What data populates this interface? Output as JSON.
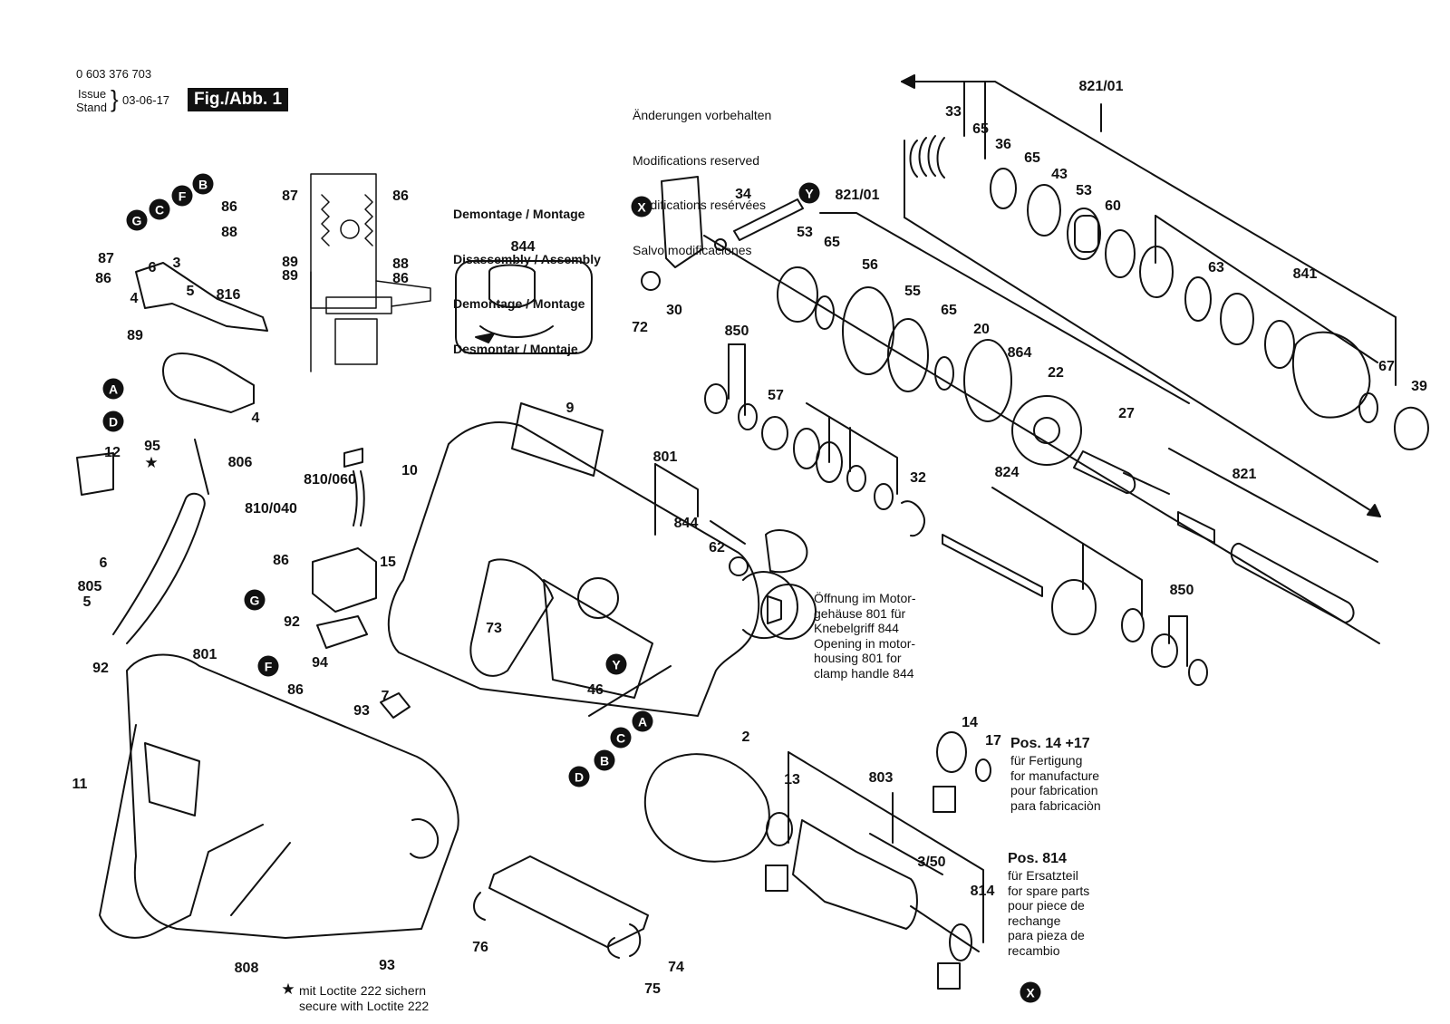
{
  "header": {
    "part_number": "0 603 376 703",
    "issue_label": "Issue",
    "stand_label": "Stand",
    "issue_date": "03-06-17",
    "figure_label": "Fig./Abb. 1"
  },
  "notes": {
    "changes": [
      "Änderungen vorbehalten",
      "Modifications reserved",
      "Modifications resérvées",
      "Salvo modificaciones"
    ],
    "disassembly_title": [
      "Demontage / Montage",
      "Disassembly / Assembly",
      "Demontage / Montage",
      "Desmontar / Montaje"
    ],
    "opening_note": "Öffnung im Motor-\ngehäuse 801 für\nKnebelgriff 844\nOpening in motor-\nhousing 801 for\nclamp handle 844",
    "pos14_17_title": "Pos. 14 +17",
    "pos14_17_text": "für Fertigung\nfor manufacture\npour fabrication\npara fabricaciòn",
    "pos814_title": "Pos. 814",
    "pos814_text": "für Ersatzteil\nfor spare parts\npour piece de\nrechange\npara pieza de\nrecambio",
    "loctite": "mit Loctite 222 sichern\nsecure with Loctite 222",
    "star_symbol": "★"
  },
  "callouts": [
    "821/01",
    "33",
    "65",
    "36",
    "65",
    "43",
    "53",
    "60",
    "63",
    "841",
    "67",
    "39",
    "34",
    "821/01",
    "53",
    "65",
    "56",
    "55",
    "65",
    "20",
    "864",
    "22",
    "27",
    "72",
    "30",
    "850",
    "57",
    "32",
    "824",
    "821",
    "850",
    "844",
    "87",
    "86",
    "89",
    "89",
    "88",
    "86",
    "9",
    "801",
    "844",
    "62",
    "73",
    "46",
    "86",
    "87",
    "88",
    "86",
    "3",
    "6",
    "4",
    "5",
    "816",
    "89",
    "4",
    "95",
    "12",
    "806",
    "6",
    "805",
    "5",
    "810/060",
    "810/040",
    "10",
    "86",
    "15",
    "92",
    "86",
    "94",
    "93",
    "7",
    "92",
    "801",
    "11",
    "808",
    "93",
    "76",
    "74",
    "75",
    "2",
    "13",
    "803",
    "3/50",
    "814",
    "14",
    "17"
  ],
  "letter_marks": [
    "B",
    "F",
    "C",
    "G",
    "A",
    "D",
    "X",
    "Y",
    "G",
    "F",
    "Y",
    "A",
    "C",
    "B",
    "D",
    "X"
  ]
}
